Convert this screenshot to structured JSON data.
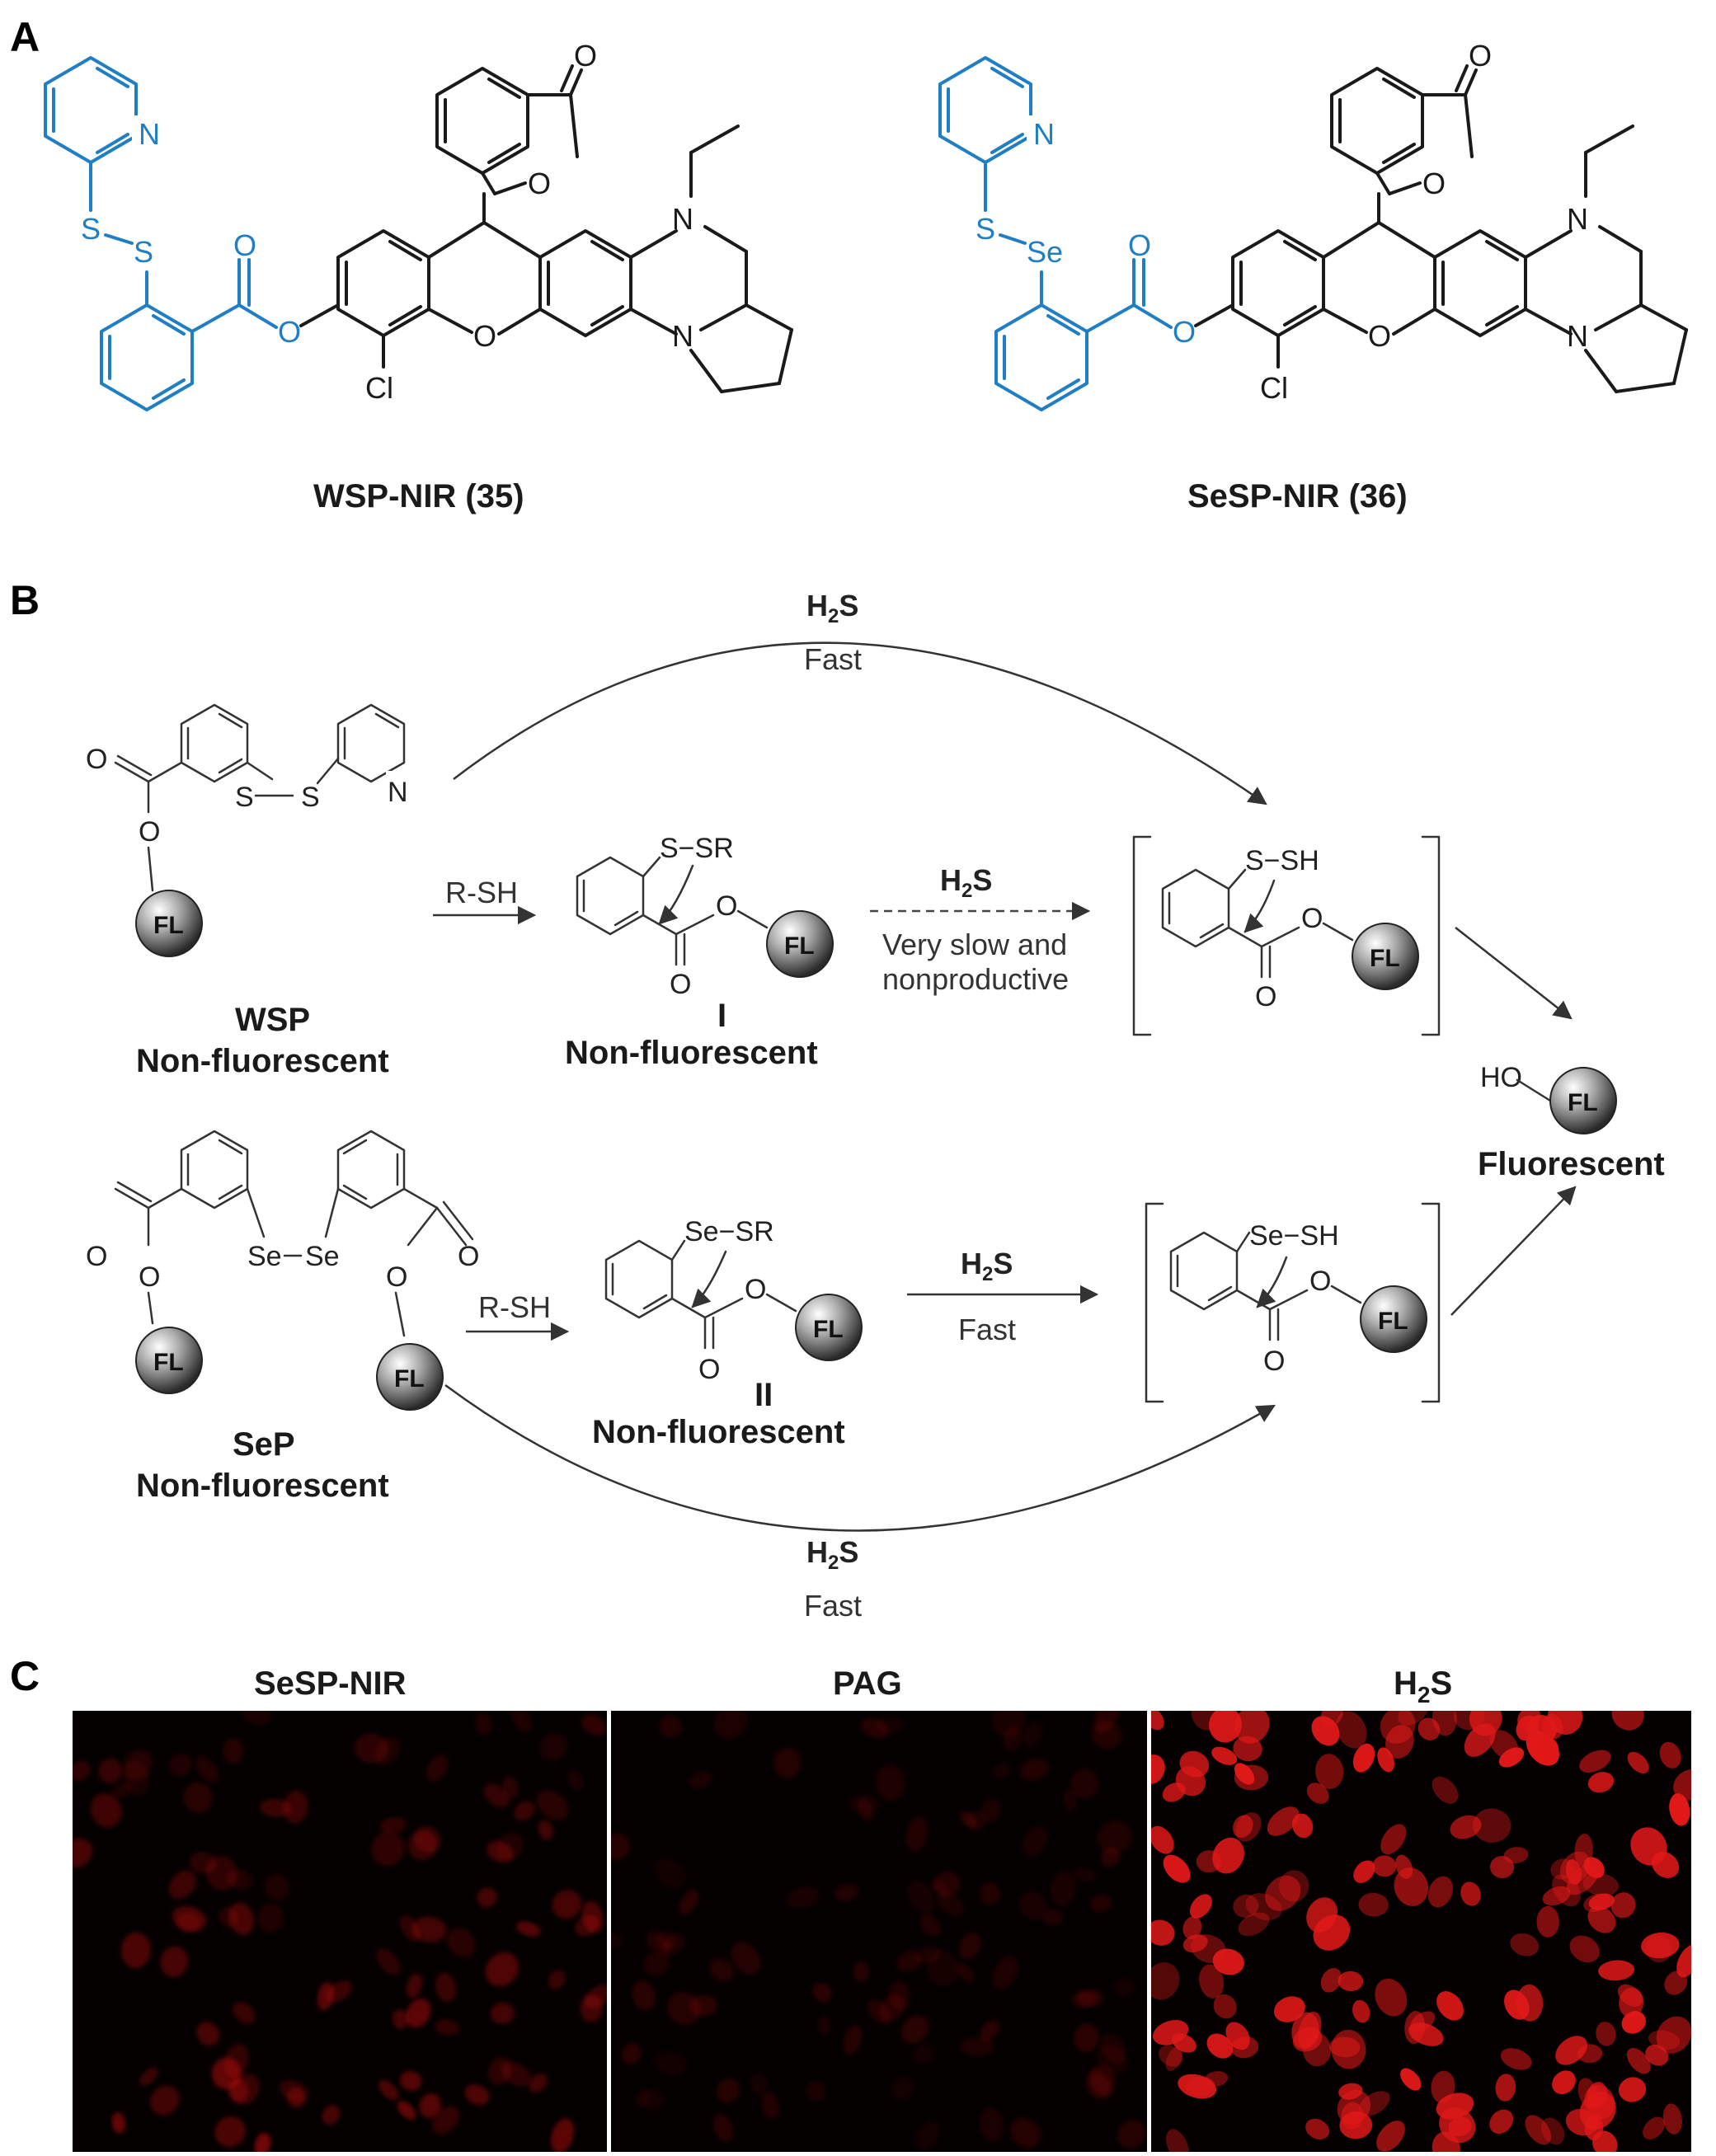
{
  "panel_letters": {
    "a": "A",
    "b": "B",
    "c": "C"
  },
  "panel_a": {
    "compound1": {
      "label": "WSP-NIR (35)",
      "linker": [
        "S",
        "S"
      ]
    },
    "compound2": {
      "label": "SeSP-NIR (36)",
      "linker": [
        "S",
        "Se"
      ]
    },
    "atoms": {
      "N": "N",
      "O": "O",
      "Cl": "Cl"
    },
    "colors": {
      "highlight": "#1f7ec4",
      "structure": "#1a1a1a"
    }
  },
  "panel_b": {
    "fl": "FL",
    "wsp": {
      "name": "WSP",
      "state": "Non-fluorescent"
    },
    "sep": {
      "name": "SeP",
      "state": "Non-fluorescent"
    },
    "int1": {
      "name": "I",
      "state": "Non-fluorescent",
      "group": "S−SR"
    },
    "int2": {
      "name": "II",
      "state": "Non-fluorescent",
      "group": "Se−SR"
    },
    "persulfide": "S−SH",
    "selenosulfide": "Se−SH",
    "product": {
      "group": "HO",
      "state": "Fluorescent"
    },
    "reagent_rsh": "R-SH",
    "h2s_main": "H",
    "h2s_sub": "2",
    "h2s_tail": "S",
    "fast": "Fast",
    "slow_line1": "Very slow and",
    "slow_line2": "nonproductive",
    "atoms": {
      "S": "S",
      "Se": "Se",
      "O": "O",
      "N": "N"
    }
  },
  "panel_c": {
    "titles": [
      "SeSP-NIR",
      "PAG",
      "H"
    ],
    "h2s_title": {
      "main": "H",
      "sub": "2",
      "tail": "S"
    },
    "intensity": [
      0.45,
      0.2,
      1.0
    ]
  }
}
